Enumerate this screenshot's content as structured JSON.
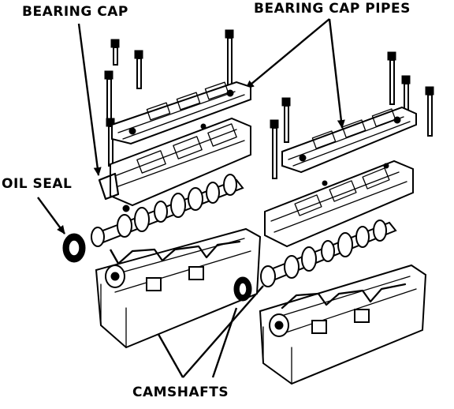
{
  "labels": {
    "bearing_cap": "BEARING CAP",
    "bearing_cap_pipes": "BEARING CAP PIPES",
    "oil_seal": "OIL SEAL",
    "camshafts": "CAMSHAFTS"
  },
  "colors": {
    "ink": "#000000",
    "paper": "#ffffff"
  }
}
